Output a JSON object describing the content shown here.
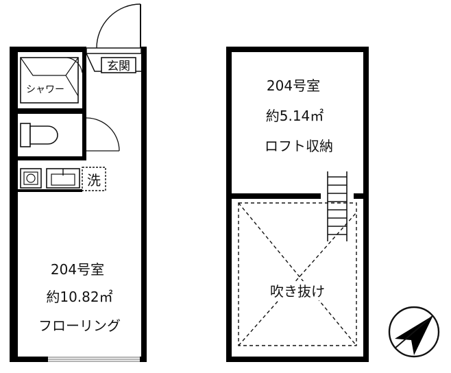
{
  "main_room": {
    "room_no": "204号室",
    "area": "約10.82㎡",
    "type": "フローリング"
  },
  "loft": {
    "room_no": "204号室",
    "area": "約5.14㎡",
    "type": "ロフト収納"
  },
  "labels": {
    "entrance": "玄関",
    "shower": "シャワー",
    "washer": "洗",
    "void": "吹き抜け"
  },
  "icons": {
    "compass": "north-arrow-compass-icon",
    "toilet": "toilet-icon",
    "sink": "sink-icon",
    "stove": "stove-icon",
    "ladder": "ladder-icon"
  },
  "colors": {
    "wall": "#000000",
    "line": "#111111",
    "window": "#9a9a9a"
  }
}
